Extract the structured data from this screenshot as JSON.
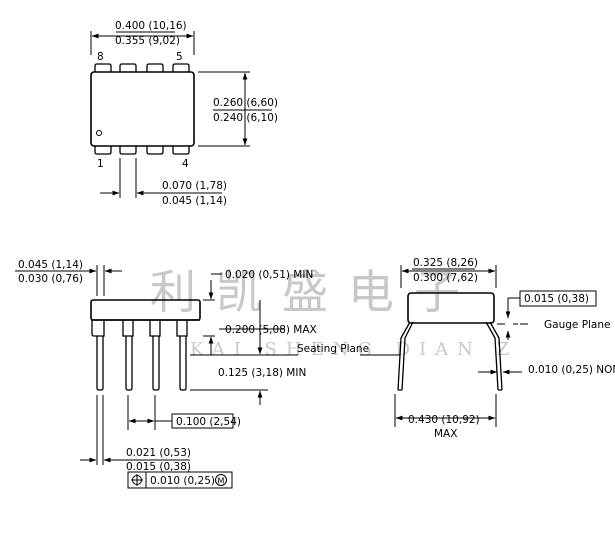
{
  "watermark": {
    "chinese": "利凯盛电子",
    "pinyin": "KAI  SHENG  DIAN  Z"
  },
  "top_view": {
    "width_max": "0.400 (10,16)",
    "width_min": "0.355 (9,02)",
    "pin_8": "8",
    "pin_5": "5",
    "pin_1": "1",
    "pin_4": "4",
    "height_max": "0.260 (6,60)",
    "height_min": "0.240 (6,10)",
    "lead_width_max": "0.070 (1,78)",
    "lead_width_min": "0.045 (1,14)"
  },
  "side_view": {
    "end_max": "0.045 (1,14)",
    "end_min": "0.030 (0,76)",
    "standoff": "0.020 (0,51) MIN",
    "body_height": "0.200 (5,08) MAX",
    "seating_plane": "Seating Plane",
    "lead_length": "0.125 (3,18) MIN",
    "pitch": "0.100 (2,54)",
    "lead_dia_max": "0.021 (0,53)",
    "lead_dia_min": "0.015 (0,38)",
    "position_tol": "0.010 (0,25)",
    "position_modifier": "M"
  },
  "end_view": {
    "row_max": "0.325 (8,26)",
    "row_min": "0.300 (7,62)",
    "gauge_dim": "0.015 (0,38)",
    "gauge_plane": "Gauge Plane",
    "lead_thickness": "0.010 (0,25) NOM",
    "spread_max": "0.430 (10,92)",
    "spread_max_label": "MAX"
  }
}
